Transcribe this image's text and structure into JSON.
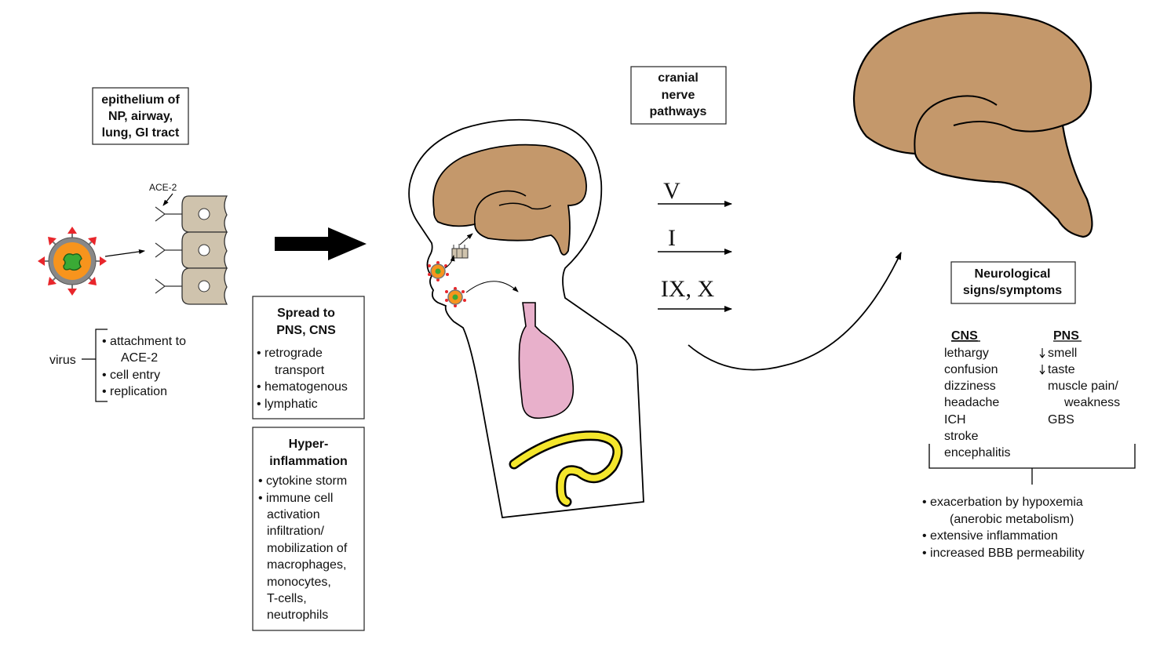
{
  "epithelium_box": [
    "epithelium of",
    "NP, airway,",
    "lung, GI tract"
  ],
  "ace2_label": "ACE-2",
  "virus_label": "virus",
  "virus_steps": [
    "• attachment to",
    "ACE-2",
    "• cell entry",
    "• replication"
  ],
  "spread_box": {
    "title": [
      "Spread to",
      "PNS, CNS"
    ],
    "items": [
      "• retrograde",
      "transport",
      "• hematogenous",
      "• lymphatic"
    ]
  },
  "hyper_box": {
    "title": [
      "Hyper-",
      "inflammation"
    ],
    "items": [
      "• cytokine storm",
      "• immune cell",
      "activation",
      "infiltration/",
      "mobilization of",
      "macrophages,",
      "monocytes,",
      "T-cells,",
      "neutrophils"
    ]
  },
  "cranial_box": [
    "cranial",
    "nerve",
    "pathways"
  ],
  "nerve_labels": [
    "V",
    "I",
    "IX, X"
  ],
  "neuro_box": [
    "Neurological",
    "signs/symptoms"
  ],
  "cns": {
    "header": "CNS",
    "items": [
      "lethargy",
      "confusion",
      "dizziness",
      "headache",
      "ICH",
      "stroke",
      "encephalitis"
    ]
  },
  "pns": {
    "header": "PNS",
    "items": [
      "smell",
      "taste",
      "muscle pain/",
      "weakness",
      "GBS"
    ]
  },
  "exacerbation": [
    "• exacerbation by hypoxemia",
    "(anerobic metabolism)",
    "• extensive inflammation",
    "• increased BBB permeability"
  ],
  "colors": {
    "brain": "#c4986b",
    "cell": "#cfc3ad",
    "virus_core": "#f7941d",
    "virus_rna": "#3aaa35",
    "spike": "#e8262b",
    "lung": "#e8b0cb",
    "gut": "#f4e62c"
  }
}
